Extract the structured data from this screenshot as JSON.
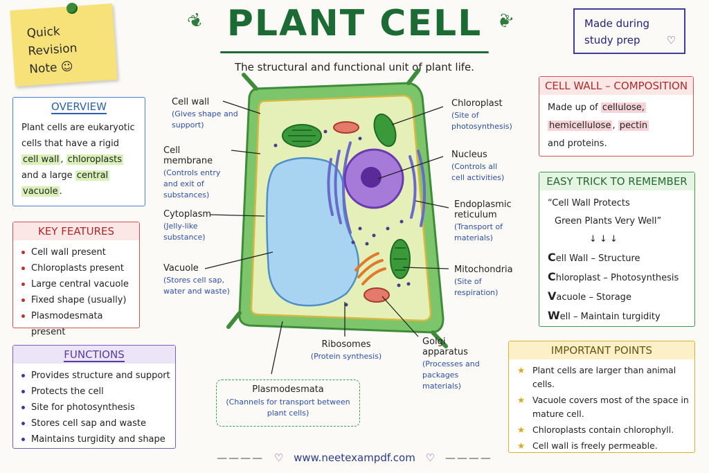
{
  "sticky": {
    "lines": [
      "Quick",
      "Revision",
      "Note"
    ],
    "smile": "☺"
  },
  "title": "PLANT CELL",
  "subtitle": "The structural and functional unit of plant life.",
  "made": {
    "lines": [
      "Made during",
      "study prep"
    ],
    "heart": "♡"
  },
  "overview": {
    "heading": "OVERVIEW",
    "text_parts": [
      "Plant cells are eukaryotic cells that have a rigid ",
      "cell wall",
      ", ",
      "chloroplasts",
      " and a large ",
      "central",
      " ",
      "vacuole",
      "."
    ]
  },
  "features": {
    "heading": "KEY FEATURES",
    "items": [
      "Cell wall present",
      "Chloroplasts present",
      "Large central vacuole",
      "Fixed shape (usually)",
      "Plasmodesmata present"
    ]
  },
  "functions": {
    "heading": "FUNCTIONS",
    "items": [
      "Provides structure and support",
      "Protects the cell",
      "Site for photosynthesis",
      "Stores cell sap and waste",
      "Maintains turgidity and shape"
    ]
  },
  "cellwall": {
    "heading": "CELL WALL – COMPOSITION",
    "parts": [
      "Made up of ",
      "cellulose,",
      "hemicellulose",
      ", ",
      "pectin",
      " and proteins."
    ]
  },
  "trick": {
    "heading": "EASY TRICK TO REMEMBER",
    "line1": "“Cell Wall Protects",
    "line2": "Green Plants Very Well”",
    "arrows": "↓   ↓   ↓",
    "rows": [
      {
        "letter": "C",
        "rest": "ell Wall  –  Structure"
      },
      {
        "letter": "C",
        "rest": "hloroplast  –  Photosynthesis"
      },
      {
        "letter": "V",
        "rest": "acuole  –  Storage"
      },
      {
        "letter": "W",
        "rest": "ell  –  Maintain turgidity"
      }
    ]
  },
  "important": {
    "heading": "IMPORTANT POINTS",
    "star": "★",
    "items": [
      "Plant cells are larger than animal cells.",
      "Vacuole covers most of the space in mature cell.",
      "Chloroplasts contain chlorophyll.",
      "Cell wall is freely permeable."
    ]
  },
  "labels": {
    "cell_wall": {
      "name": "Cell wall",
      "desc": "(Gives shape and support)"
    },
    "cell_membrane": {
      "name": "Cell membrane",
      "desc": "(Controls entry and exit of substances)"
    },
    "cytoplasm": {
      "name": "Cytoplasm",
      "desc": "(Jelly-like substance)"
    },
    "vacuole": {
      "name": "Vacuole",
      "desc": "(Stores cell sap, water and waste)"
    },
    "chloroplast": {
      "name": "Chloroplast",
      "desc": "(Site of photosynthesis)"
    },
    "nucleus": {
      "name": "Nucleus",
      "desc": "(Controls all cell activities)"
    },
    "er": {
      "name": "Endoplasmic reticulum",
      "desc": "(Transport of materials)"
    },
    "mitochondria": {
      "name": "Mitochondria",
      "desc": "(Site of respiration)"
    },
    "ribosomes": {
      "name": "Ribosomes",
      "desc": "(Protein synthesis)"
    },
    "golgi": {
      "name": "Golgi apparatus",
      "desc": "(Processes and packages materials)"
    },
    "plasmodesmata": {
      "name": "Plasmodesmata",
      "desc": "(Channels for transport between plant cells)"
    }
  },
  "footer": {
    "dash": "————",
    "heart": "♡",
    "url": "www.neetexampdf.com"
  },
  "colors": {
    "title_green": "#1d6b34",
    "wall_green": "#4caf50",
    "vacuole_blue": "#a8d4f2",
    "nucleus_purple": "#8a5cc8"
  }
}
